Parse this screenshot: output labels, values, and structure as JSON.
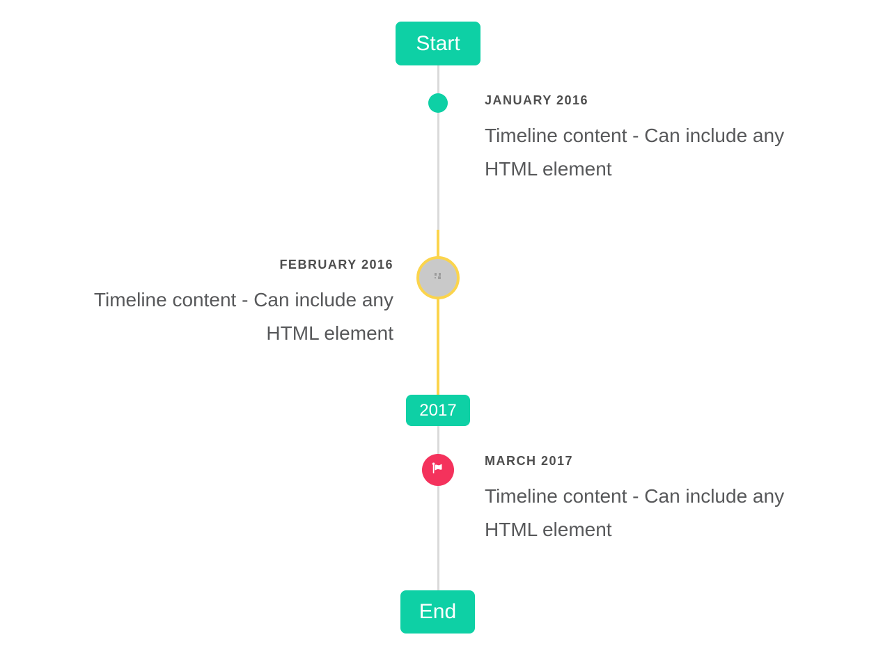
{
  "timeline": {
    "start_label": "Start",
    "end_label": "End",
    "year_divider_label": "2017",
    "items": [
      {
        "date": "JANUARY 2016",
        "content": "Timeline content - Can include any HTML element",
        "side": "right",
        "marker": "teal-dot"
      },
      {
        "date": "FEBRUARY 2016",
        "content": "Timeline content - Can include any HTML element",
        "side": "left",
        "marker": "gray-image-circle-highlighted"
      },
      {
        "date": "MARCH 2017",
        "content": "Timeline content - Can include any HTML element",
        "side": "right",
        "marker": "pink-flag-circle"
      }
    ],
    "colors": {
      "accent_teal": "#0ed0a5",
      "highlight_yellow": "#fbd44c",
      "flag_pink": "#f4325c",
      "rail_gray": "#dadada",
      "image_circle_gray": "#c9c9c9",
      "date_text": "#4e4e4e",
      "content_text": "#57585a"
    }
  }
}
